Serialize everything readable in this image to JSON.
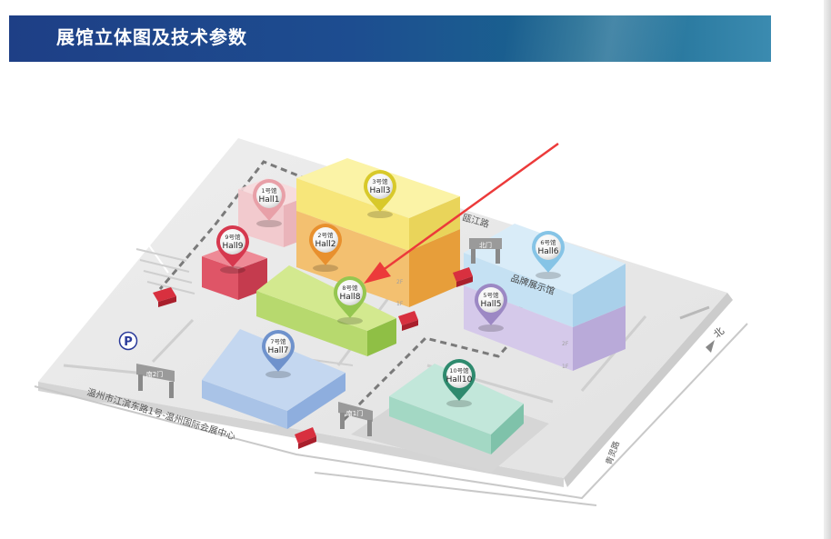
{
  "header": {
    "title": "展馆立体图及技术参数"
  },
  "map": {
    "parking_symbol": "P",
    "north_label": "北",
    "roads": {
      "top": "瓯江路",
      "bottom": "温州市江滨东路1号-温州国际会展中心",
      "right": "青灵路"
    },
    "gates": {
      "north": "北门",
      "south2": "南2门",
      "south1": "南1门"
    },
    "brand_hall": "品牌展示馆",
    "floors": {
      "second": "2F",
      "first": "1F"
    },
    "halls": [
      {
        "cn": "1号馆",
        "en": "Hall1",
        "color": "#e8a0a8"
      },
      {
        "cn": "2号馆",
        "en": "Hall2",
        "color": "#e8902e"
      },
      {
        "cn": "3号馆",
        "en": "Hall3",
        "color": "#d8c92a"
      },
      {
        "cn": "5号馆",
        "en": "Hall5",
        "color": "#9c88c4"
      },
      {
        "cn": "6号馆",
        "en": "Hall6",
        "color": "#86c4e6"
      },
      {
        "cn": "7号馆",
        "en": "Hall7",
        "color": "#6f92cc"
      },
      {
        "cn": "8号馆",
        "en": "Hall8",
        "color": "#95c650"
      },
      {
        "cn": "9号馆",
        "en": "Hall9",
        "color": "#d6384e"
      },
      {
        "cn": "10号馆",
        "en": "Hall10",
        "color": "#2e8a6e"
      }
    ]
  }
}
